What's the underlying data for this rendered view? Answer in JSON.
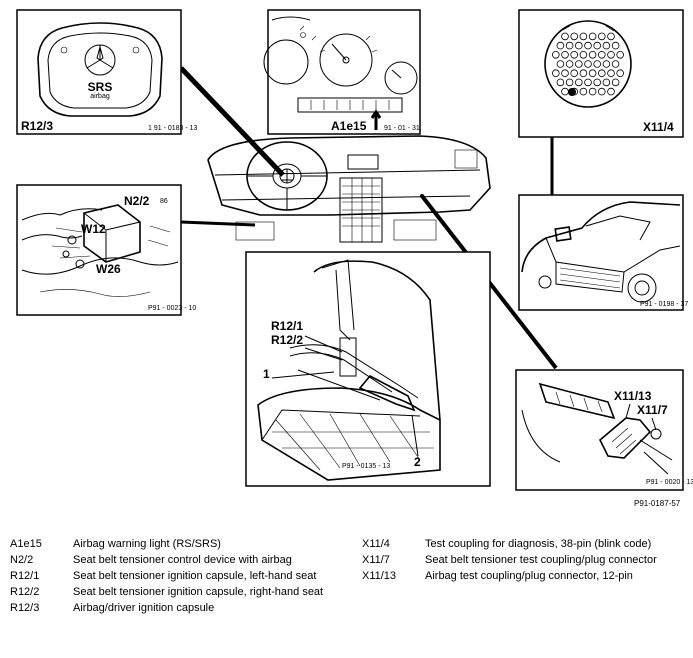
{
  "callouts": {
    "r12_3": "R12/3",
    "a1e15": "A1e15",
    "x11_4": "X11/4",
    "n2_2": "N2/2",
    "w12": "W12",
    "w26": "W26",
    "r12_1": "R12/1",
    "r12_2": "R12/2",
    "num_1": "1",
    "num_2": "2",
    "x11_13": "X11/13",
    "x11_7": "X11/7",
    "srs": "SRS"
  },
  "figure_ref": "P91-0187-57",
  "legend_left": [
    {
      "code": "A1e15",
      "desc": "Airbag warning light (RS/SRS)"
    },
    {
      "code": "N2/2",
      "desc": "Seat belt tensioner control device with airbag"
    },
    {
      "code": "R12/1",
      "desc": "Seat belt tensioner ignition capsule, left-hand seat"
    },
    {
      "code": "R12/2",
      "desc": "Seat belt tensioner ignition capsule, right-hand seat"
    },
    {
      "code": "R12/3",
      "desc": "Airbag/driver ignition capsule"
    }
  ],
  "legend_right": [
    {
      "code": "X11/4",
      "desc": "Test coupling for diagnosis, 38-pin (blink code)"
    },
    {
      "code": "X11/7",
      "desc": "Seat belt tensioner test coupling/plug connector"
    },
    {
      "code": "X11/13",
      "desc": "Airbag test coupling/plug connector, 12-pin"
    }
  ]
}
